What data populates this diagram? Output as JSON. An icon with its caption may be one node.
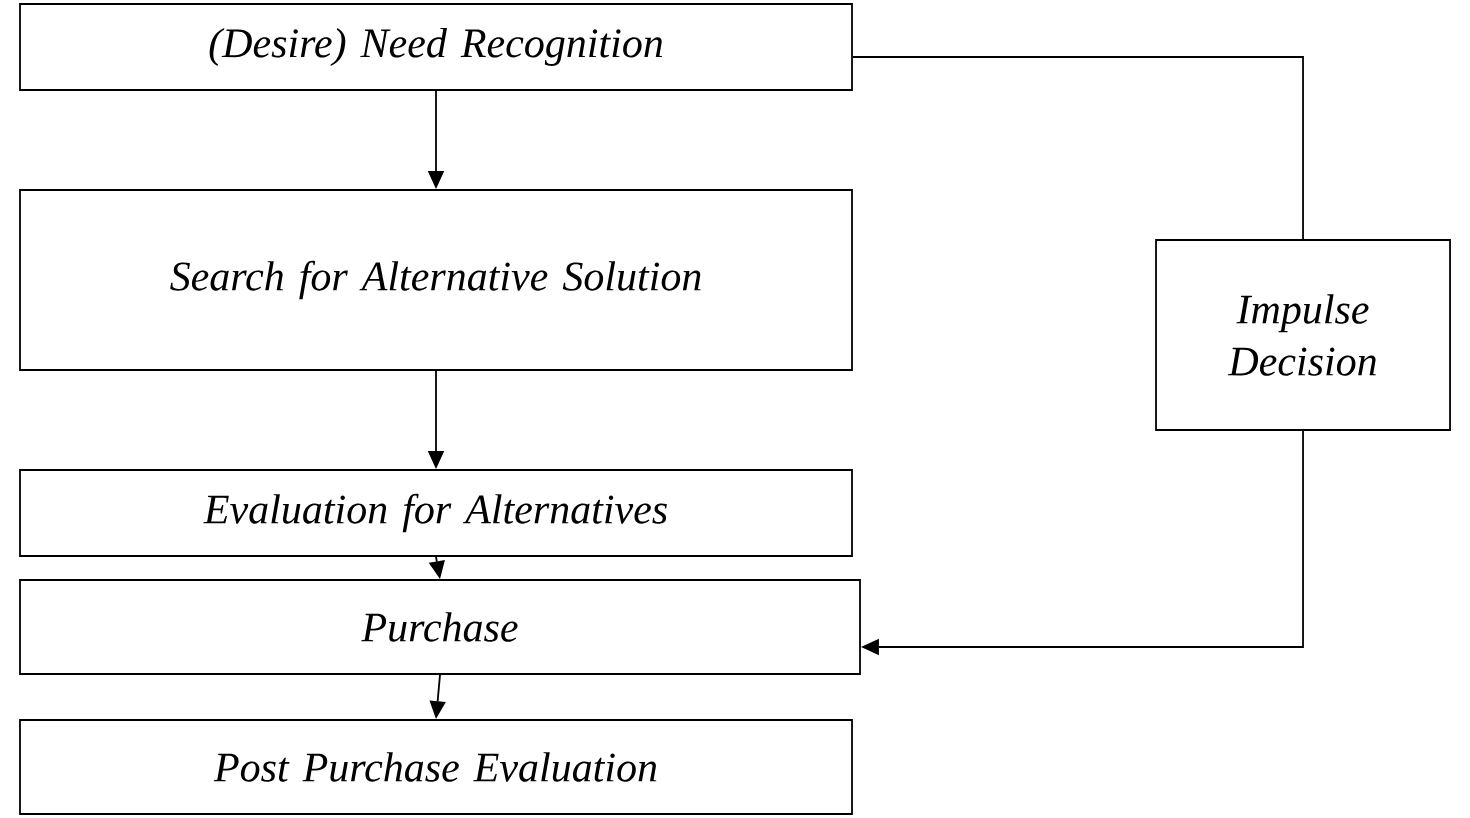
{
  "diagram": {
    "nodes": [
      {
        "text": [
          "(Desire) Need Recognition"
        ]
      },
      {
        "text": [
          "Search for Alternative Solution"
        ]
      },
      {
        "text": [
          "Evaluation for Alternatives"
        ]
      },
      {
        "text": [
          "Purchase"
        ]
      },
      {
        "text": [
          "Post Purchase Evaluation"
        ]
      },
      {
        "text": [
          "Impulse Decision"
        ]
      }
    ],
    "edges": [
      {
        "from": 0,
        "to": 1,
        "arrow": "to"
      },
      {
        "from": 1,
        "to": 2,
        "arrow": "to"
      },
      {
        "from": 2,
        "to": 3,
        "arrow": "to"
      },
      {
        "from": 3,
        "to": 4,
        "arrow": "to"
      },
      {
        "from": 0,
        "to": 5,
        "arrow": "none"
      },
      {
        "from": 5,
        "to": 3,
        "arrow": "to"
      }
    ]
  }
}
